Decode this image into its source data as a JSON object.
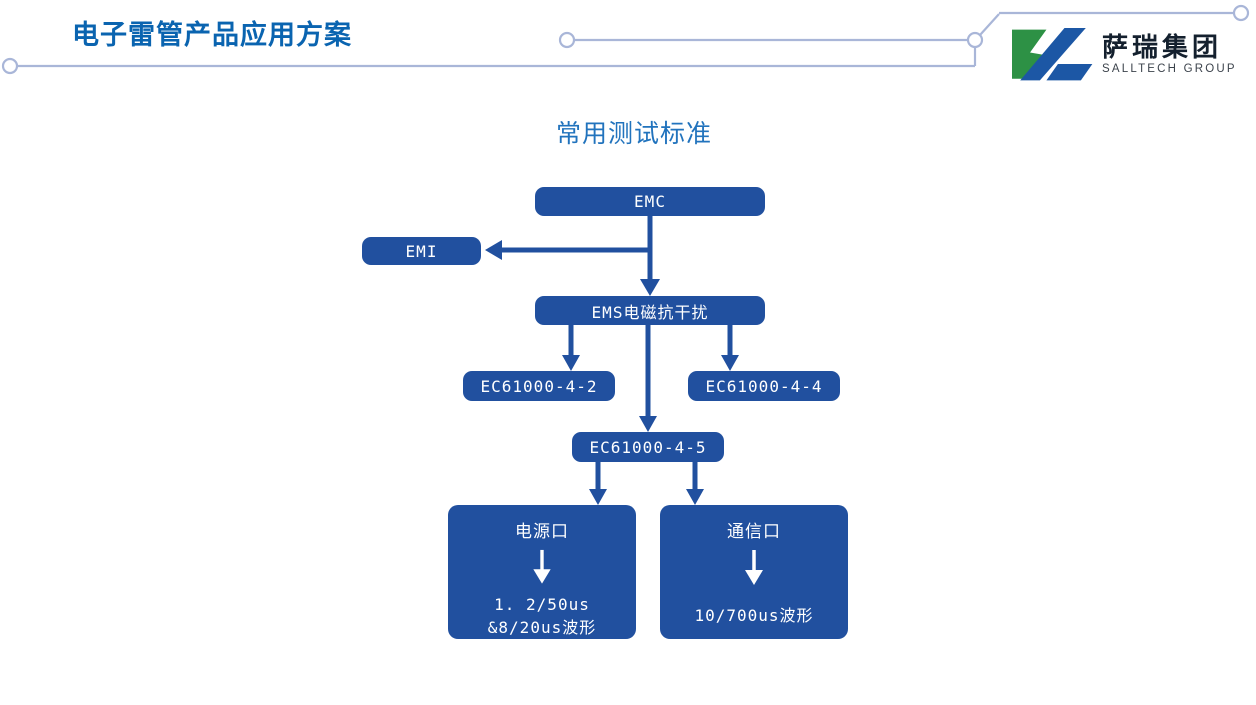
{
  "header": {
    "title": "电子雷管产品应用方案",
    "logo": {
      "name": "萨瑞集团",
      "subtitle": "SALLTECH GROUP"
    }
  },
  "diagram": {
    "title": "常用测试标准",
    "nodes": {
      "emc": "EMC",
      "emi": "EMI",
      "ems": "EMS电磁抗干扰",
      "ec61000_4_2": "EC61000-4-2",
      "ec61000_4_4": "EC61000-4-4",
      "ec61000_4_5": "EC61000-4-5",
      "power_port": {
        "title": "电源口",
        "lines": [
          "1. 2/50us",
          "&8/20us波形"
        ]
      },
      "comm_port": {
        "title": "通信口",
        "lines": [
          "10/700us波形"
        ]
      }
    }
  },
  "colors": {
    "node_blue": "#21509f",
    "title_blue": "#0a64b0",
    "diagram_title_blue": "#2173bd",
    "decoration_line": "#a9b6d8",
    "logo_green": "#2d9145",
    "logo_blue": "#1c57a5"
  }
}
